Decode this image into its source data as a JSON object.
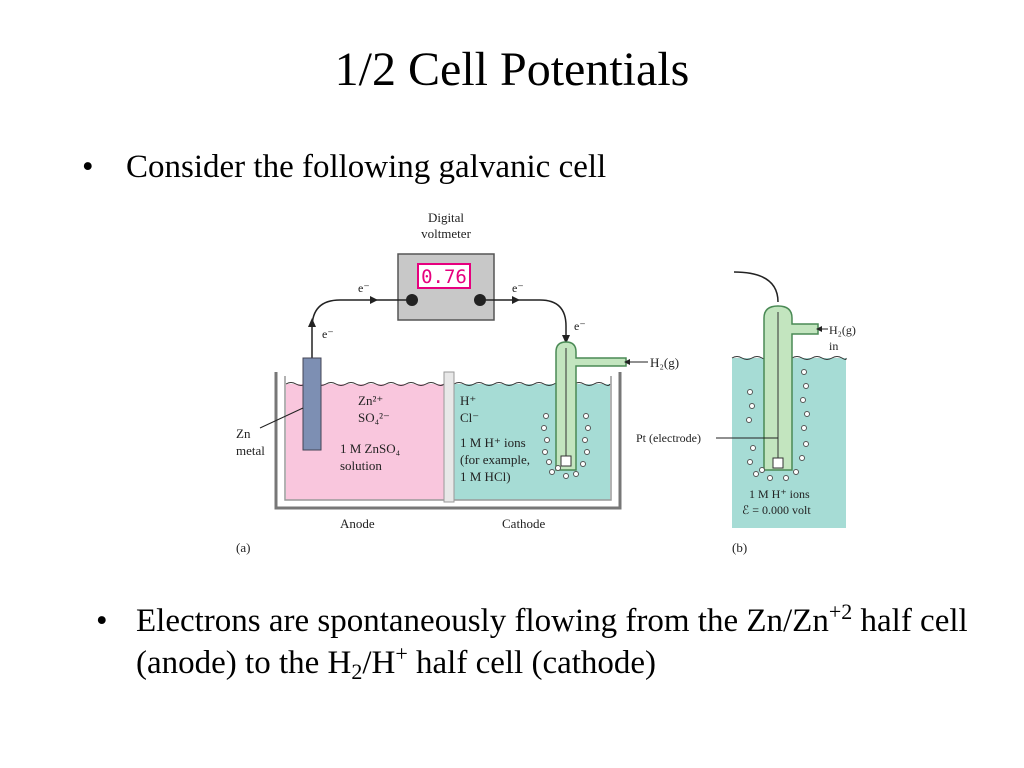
{
  "title": "1/2 Cell Potentials",
  "bullet1": {
    "marker": "•",
    "text": "Consider the following galvanic cell"
  },
  "bullet2": {
    "marker": "•",
    "t1": "Electrons are spontaneously flowing from the Zn/Zn",
    "t1_sup": "+2",
    "t2": " half cell (anode) to the H",
    "t2_sub": "2",
    "t3": "/H",
    "t3_sup": "+",
    "t4": " half cell (cathode)"
  },
  "figure": {
    "voltmeter_label_1": "Digital",
    "voltmeter_label_2": "voltmeter",
    "display": "0.76",
    "electron": "e⁻",
    "zn_metal_1": "Zn",
    "zn_metal_2": "metal",
    "zn_ion": "Zn²⁺",
    "so4_ion": "SO₄²⁻",
    "left_sol_1": "1 M ZnSO₄",
    "left_sol_2": "solution",
    "h_ion": "H⁺",
    "cl_ion": "Cl⁻",
    "right_sol_1": "1 M H⁺ ions",
    "right_sol_2": "(for example,",
    "right_sol_3": "1 M HCl)",
    "h2_gas": "H₂(g)",
    "anode": "Anode",
    "cathode": "Cathode",
    "label_a": "(a)",
    "label_b": "(b)",
    "b_h2": "H₂(g)",
    "b_in": "in",
    "b_pt": "Pt (electrode)",
    "b_ions": "1 M H⁺ ions",
    "b_volt": "ℰ = 0.000 volt"
  },
  "colors": {
    "anode_solution": "#f9c6dd",
    "cathode_solution": "#a6dcd5",
    "electrode": "#7d8fb3",
    "tube": "#c3e5bf",
    "display": "#e6007e"
  }
}
